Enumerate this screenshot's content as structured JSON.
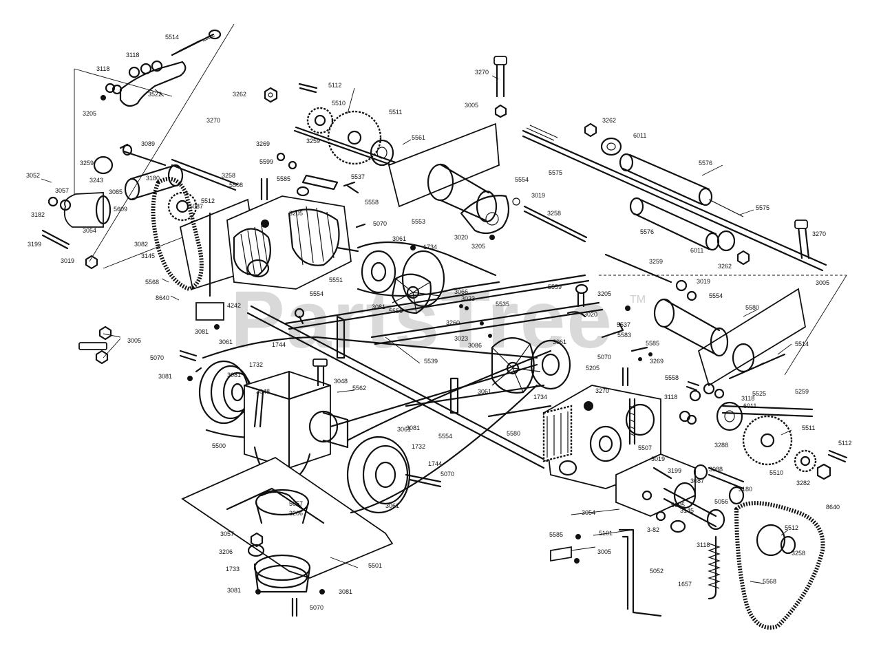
{
  "watermark": {
    "text": "PartsTree",
    "trademark": "TM"
  },
  "labels": [
    "5514",
    "3118",
    "3118",
    "3522",
    "3205",
    "3262",
    "5112",
    "5510",
    "5511",
    "3270",
    "3005",
    "5561",
    "3262",
    "6011",
    "5576",
    "3089",
    "3270",
    "3269",
    "5599",
    "5585",
    "5537",
    "5558",
    "3259",
    "3180",
    "3259",
    "3258",
    "5508",
    "3243",
    "3085",
    "3057",
    "3182",
    "5609",
    "3054",
    "5512",
    "5087",
    "3052",
    "3199",
    "3019",
    "3082",
    "3145",
    "3205",
    "5551",
    "5070",
    "5568",
    "8640",
    "4242",
    "3081",
    "5554",
    "5556",
    "3066",
    "3023",
    "3260",
    "5535",
    "5559",
    "3205",
    "3020",
    "5537",
    "5583",
    "5585",
    "3269",
    "5580",
    "5514",
    "3081",
    "3061",
    "1734",
    "5554",
    "5575",
    "3019",
    "3258",
    "5553",
    "3020",
    "3205",
    "5575",
    "5576",
    "6011",
    "3262",
    "3270",
    "3259",
    "3019",
    "5554",
    "3005",
    "3023",
    "3086",
    "3061",
    "5070",
    "5539",
    "1744",
    "3081",
    "3061",
    "1732",
    "5070",
    "3081",
    "3048",
    "3048",
    "5562",
    "3061",
    "3061",
    "1734",
    "5205",
    "3270",
    "5580",
    "5558",
    "3118",
    "3118",
    "5525",
    "6011",
    "5259",
    "5511",
    "5112",
    "5510",
    "3282",
    "5554",
    "3081",
    "1732",
    "1744",
    "5070",
    "5500",
    "5507",
    "3019",
    "3199",
    "3288",
    "3088",
    "3087",
    "3180",
    "5056",
    "3054",
    "5101",
    "5605",
    "3-82",
    "3145",
    "3118",
    "5052",
    "1657",
    "5568",
    "5512",
    "3258",
    "8640",
    "5585",
    "3005",
    "5057",
    "3206",
    "3057",
    "3206",
    "1733",
    "5501",
    "3081",
    "3081",
    "5070",
    "3061",
    "3005"
  ]
}
